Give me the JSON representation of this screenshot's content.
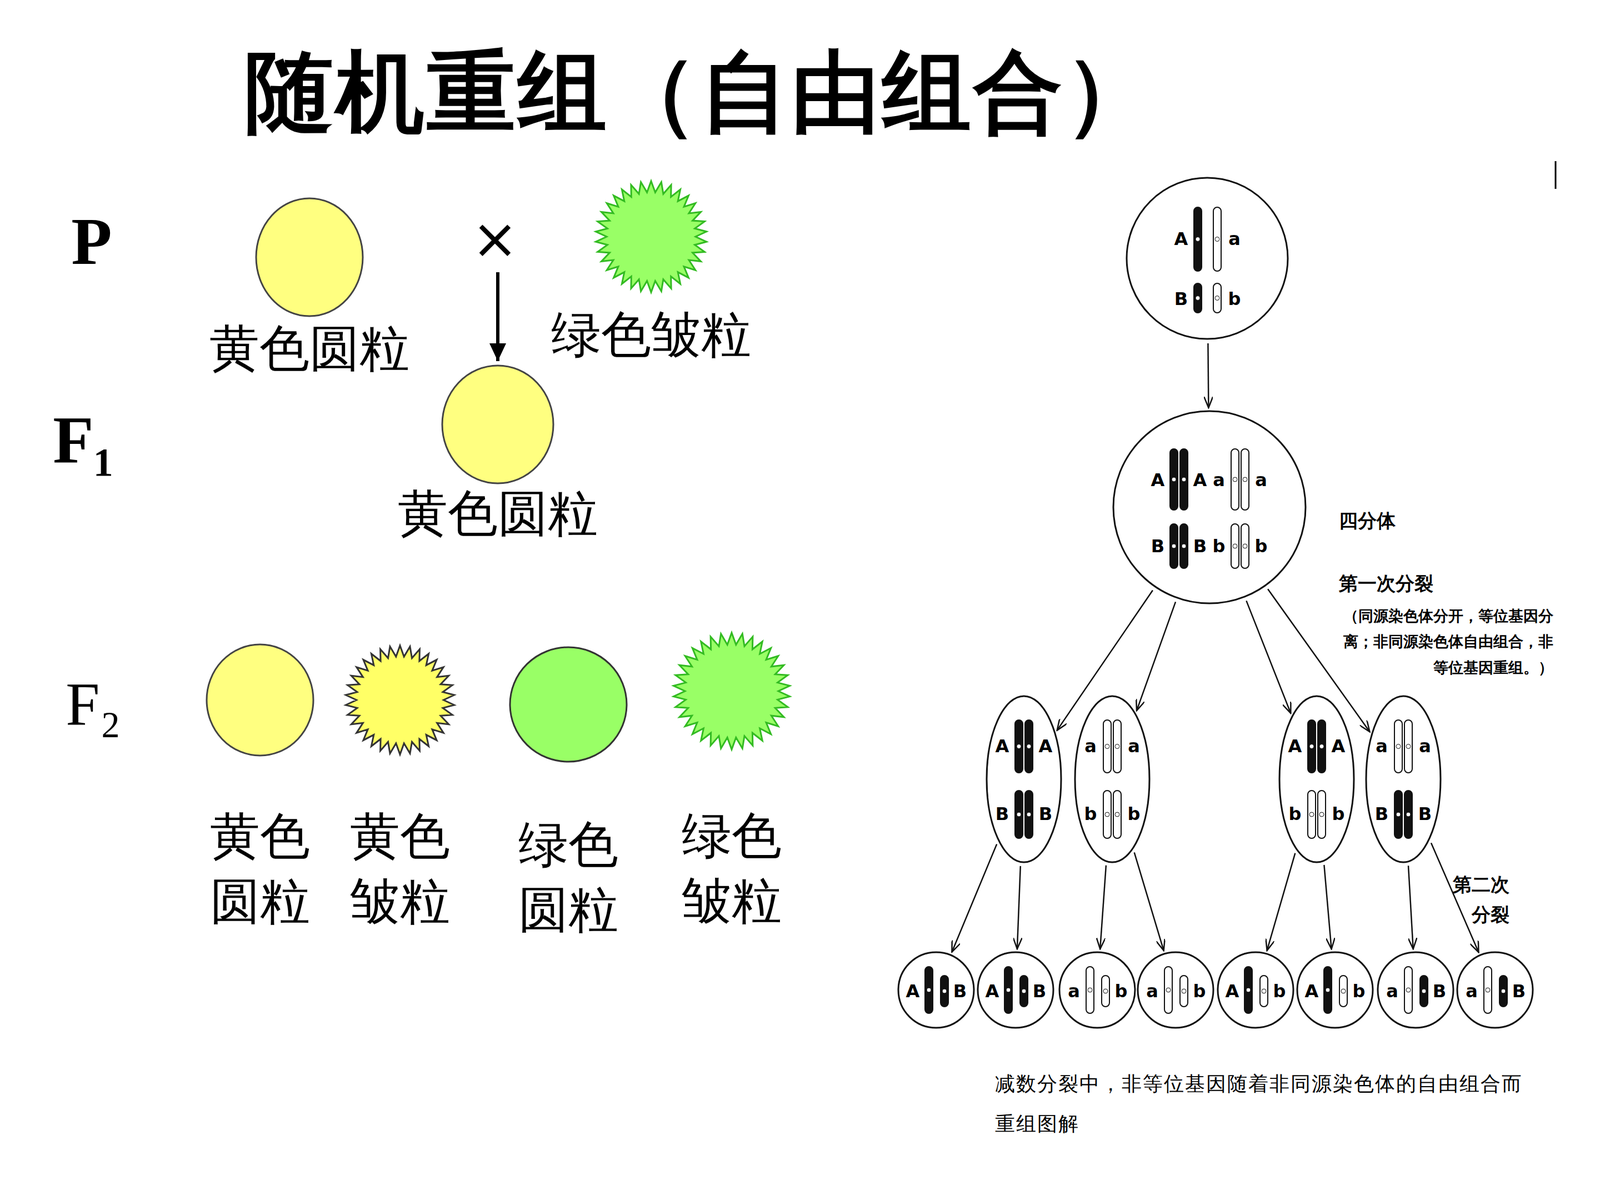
{
  "diagram": {
    "title": "随机重组（自由组合）",
    "caption": "减数分裂中，非等位基因随着非同源染色体的自由组合而重组图解",
    "nodes": [
      {
        "text": [
          "黄色圆粒"
        ]
      },
      {
        "text": [
          "绿色皱粒"
        ]
      },
      {
        "text": [
          "黄色圆粒"
        ]
      },
      {
        "text": [
          "黄色圆粒"
        ]
      },
      {
        "text": [
          "黄色皱粒"
        ]
      },
      {
        "text": [
          "绿色圆粒"
        ]
      },
      {
        "text": [
          "绿色皱粒"
        ]
      },
      {
        "text": [
          "A",
          "a",
          "B",
          "b"
        ]
      },
      {
        "text": [
          "A",
          "A",
          "a",
          "a",
          "B",
          "B",
          "b",
          "b"
        ]
      },
      {
        "text": [
          "A",
          "A",
          "B",
          "B"
        ]
      },
      {
        "text": [
          "a",
          "a",
          "b",
          "b"
        ]
      },
      {
        "text": [
          "A",
          "A",
          "b",
          "b"
        ]
      },
      {
        "text": [
          "a",
          "a",
          "B",
          "B"
        ]
      },
      {
        "text": [
          "A",
          "B"
        ]
      },
      {
        "text": [
          "A",
          "B"
        ]
      },
      {
        "text": [
          "a",
          "b"
        ]
      },
      {
        "text": [
          "a",
          "b"
        ]
      },
      {
        "text": [
          "A",
          "b"
        ]
      },
      {
        "text": [
          "A",
          "b"
        ]
      },
      {
        "text": [
          "a",
          "B"
        ]
      },
      {
        "text": [
          "a",
          "B"
        ]
      }
    ],
    "edges": [
      {
        "from": 7,
        "to": 8,
        "arrow": "to"
      },
      {
        "from": 8,
        "to": 9,
        "arrow": "to"
      },
      {
        "from": 8,
        "to": 10,
        "arrow": "to"
      },
      {
        "from": 8,
        "to": 11,
        "arrow": "to"
      },
      {
        "from": 8,
        "to": 12,
        "arrow": "to"
      },
      {
        "from": 9,
        "to": 13,
        "arrow": "to"
      },
      {
        "from": 9,
        "to": 14,
        "arrow": "to"
      },
      {
        "from": 10,
        "to": 15,
        "arrow": "to"
      },
      {
        "from": 10,
        "to": 16,
        "arrow": "to"
      },
      {
        "from": 11,
        "to": 17,
        "arrow": "to"
      },
      {
        "from": 11,
        "to": 18,
        "arrow": "to"
      },
      {
        "from": 12,
        "to": 19,
        "arrow": "to"
      },
      {
        "from": 12,
        "to": 20,
        "arrow": "to"
      }
    ],
    "labels": [
      "P",
      "×",
      "F₁",
      "F₂",
      "四分体",
      "第一次分裂",
      "（同源染色体分开，等位基因分离；非同源染色体自由组合，非等位基因重组。）",
      "第二次分裂"
    ]
  }
}
